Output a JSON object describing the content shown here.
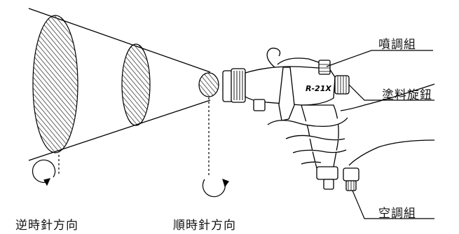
{
  "labels": {
    "nozzle_assembly": "噴調組",
    "fluid_knob": "塗料旋鈕",
    "air_assembly": "空調組",
    "counterclockwise": "逆時針方向",
    "clockwise": "順時針方向"
  },
  "gun_model": "R-21X",
  "colors": {
    "line": "#000000",
    "hatch": "#222222",
    "background": "#ffffff"
  }
}
